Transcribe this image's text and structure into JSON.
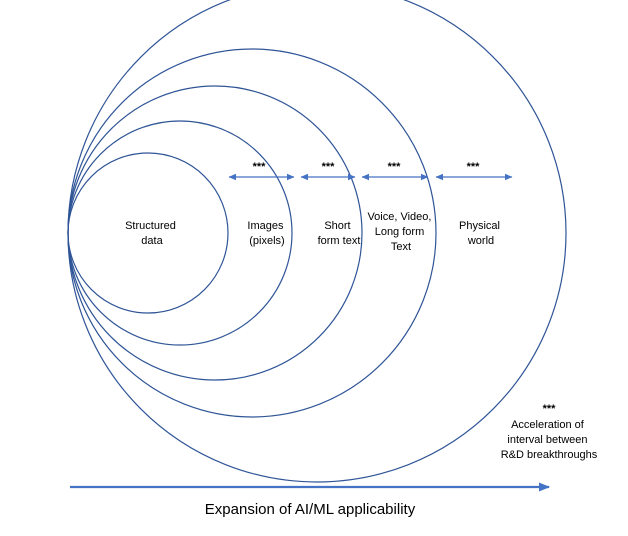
{
  "colors": {
    "circle_stroke": "#2f5597",
    "arrow": "#4472c4",
    "axis_arrow": "#4472c4",
    "text": "#000000"
  },
  "rings": [
    {
      "lines": [
        "Structured",
        "data"
      ]
    },
    {
      "lines": [
        "Images",
        "(pixels)"
      ]
    },
    {
      "lines": [
        "Short",
        "form text"
      ]
    },
    {
      "lines": [
        "Voice, Video,",
        "Long form",
        "Text"
      ]
    },
    {
      "lines": [
        "Physical",
        "world"
      ]
    }
  ],
  "interval_marker": "***",
  "note": {
    "marker": "***",
    "lines": [
      "Acceleration of",
      "interval between",
      "R&D breakthroughs"
    ]
  },
  "axis_label": "Expansion of AI/ML applicability"
}
